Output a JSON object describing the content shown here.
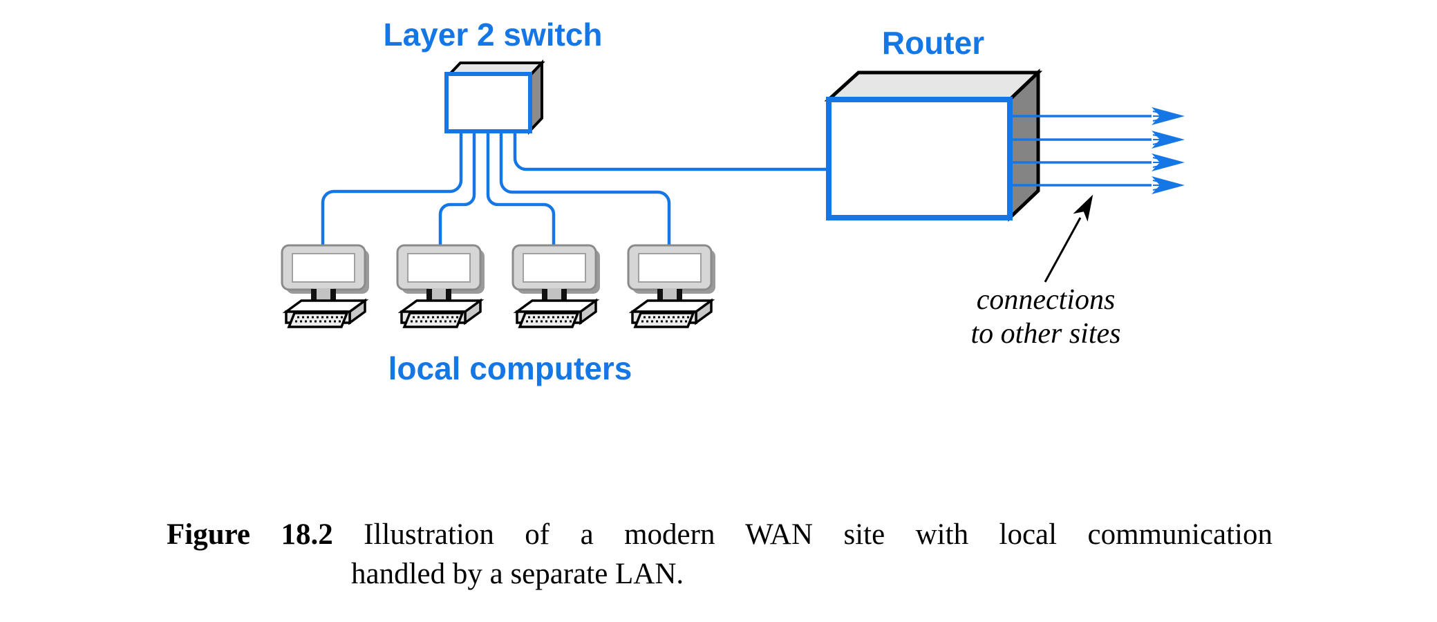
{
  "figure": {
    "labels": {
      "switch": "Layer 2 switch",
      "router": "Router",
      "local_computers": "local computers",
      "annotation_line1": "connections",
      "annotation_line2": "to other sites"
    },
    "caption": {
      "figure_number": "Figure 18.2",
      "text_line1": "Illustration of a modern WAN site with local communication",
      "text_line2": "handled by a separate LAN."
    },
    "diagram": {
      "local_computer_count": 4,
      "wan_connection_count": 4,
      "lan_link_count": 4
    }
  },
  "colors": {
    "accent_blue": "#1577E6",
    "box_top_gray": "#E6E6E6",
    "switch_side_gray": "#8C8C8C",
    "router_side_gray": "#848484",
    "outline_black": "#000000",
    "background": "#FFFFFF"
  }
}
